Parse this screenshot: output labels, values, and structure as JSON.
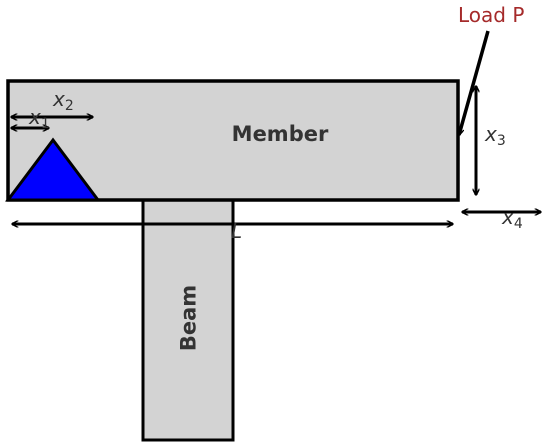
{
  "labels": {
    "member": "Member",
    "beam": "Beam",
    "load": "Load P",
    "x1": {
      "base": "x",
      "sub": "1"
    },
    "x2": {
      "base": "x",
      "sub": "2"
    },
    "x3": {
      "base": "x",
      "sub": "3"
    },
    "x4": {
      "base": "x",
      "sub": "4"
    },
    "length": "L"
  },
  "colors": {
    "member_fill": "#d3d3d3",
    "beam_fill": "#d3d3d3",
    "support_fill": "#0000ff",
    "stroke": "#000000",
    "load_text": "#a52a2a",
    "text": "#333333"
  }
}
